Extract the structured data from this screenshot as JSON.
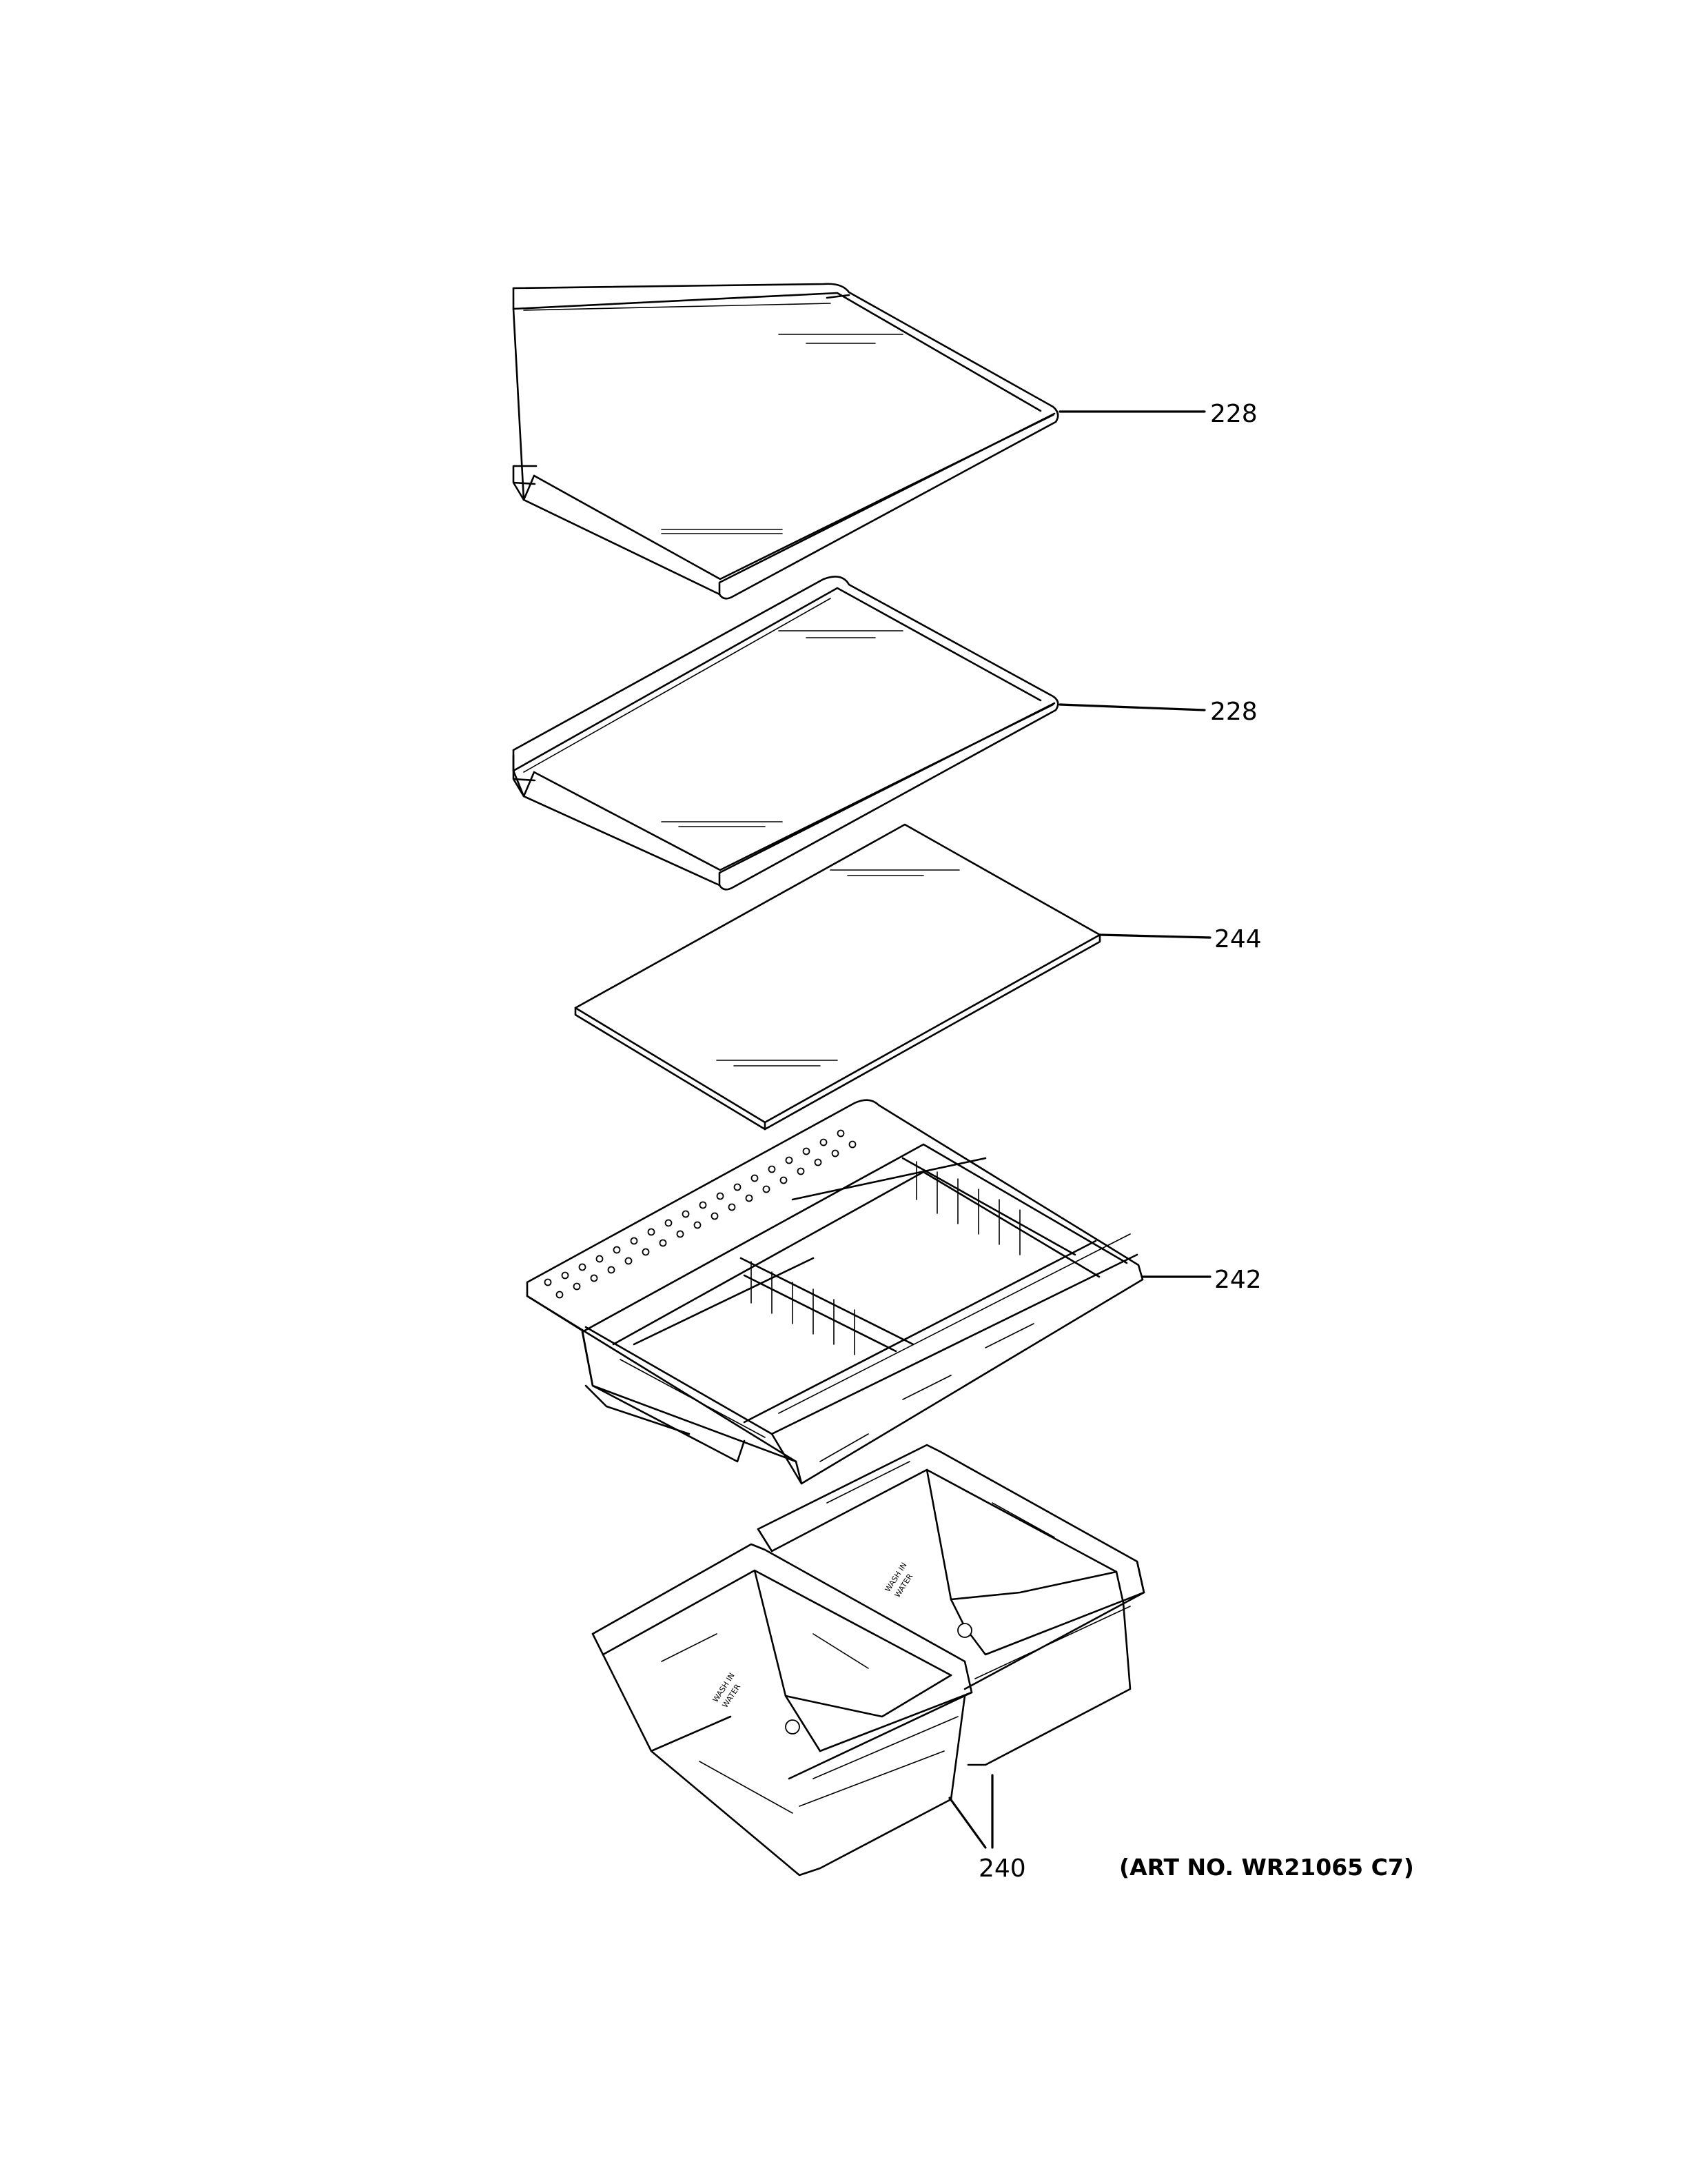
{
  "callouts": [
    {
      "label": "228",
      "part": "upper glass shelf"
    },
    {
      "label": "228",
      "part": "lower glass shelf"
    },
    {
      "label": "244",
      "part": "glass cover"
    },
    {
      "label": "242",
      "part": "pan cover frame"
    },
    {
      "label": "240",
      "part": "crisper drawers"
    }
  ],
  "art_number": "(ART NO. WR21065 C7)",
  "drawer_embossing": [
    "WASH IN",
    "WATER"
  ]
}
